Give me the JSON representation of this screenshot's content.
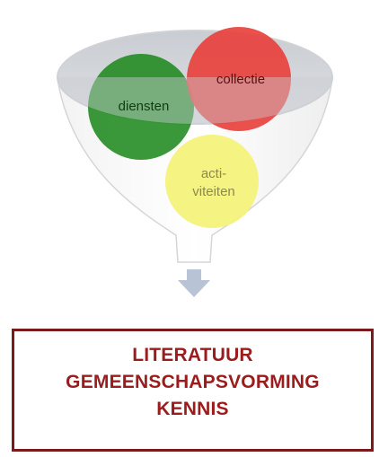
{
  "funnel": {
    "circles": [
      {
        "id": "diensten",
        "lines": [
          "diensten"
        ],
        "color": "#1f8a1f"
      },
      {
        "id": "collectie",
        "lines": [
          "collectie"
        ],
        "color": "#e8413d"
      },
      {
        "id": "activiteiten",
        "lines": [
          "acti-",
          "viteiten"
        ],
        "color": "#f4f27a"
      }
    ]
  },
  "result": {
    "lines": [
      "LITERATUUR",
      "GEMEENSCHAPSVORMING",
      "KENNIS"
    ],
    "border_color": "#7a1a1a",
    "text_color": "#9b1c1c"
  }
}
